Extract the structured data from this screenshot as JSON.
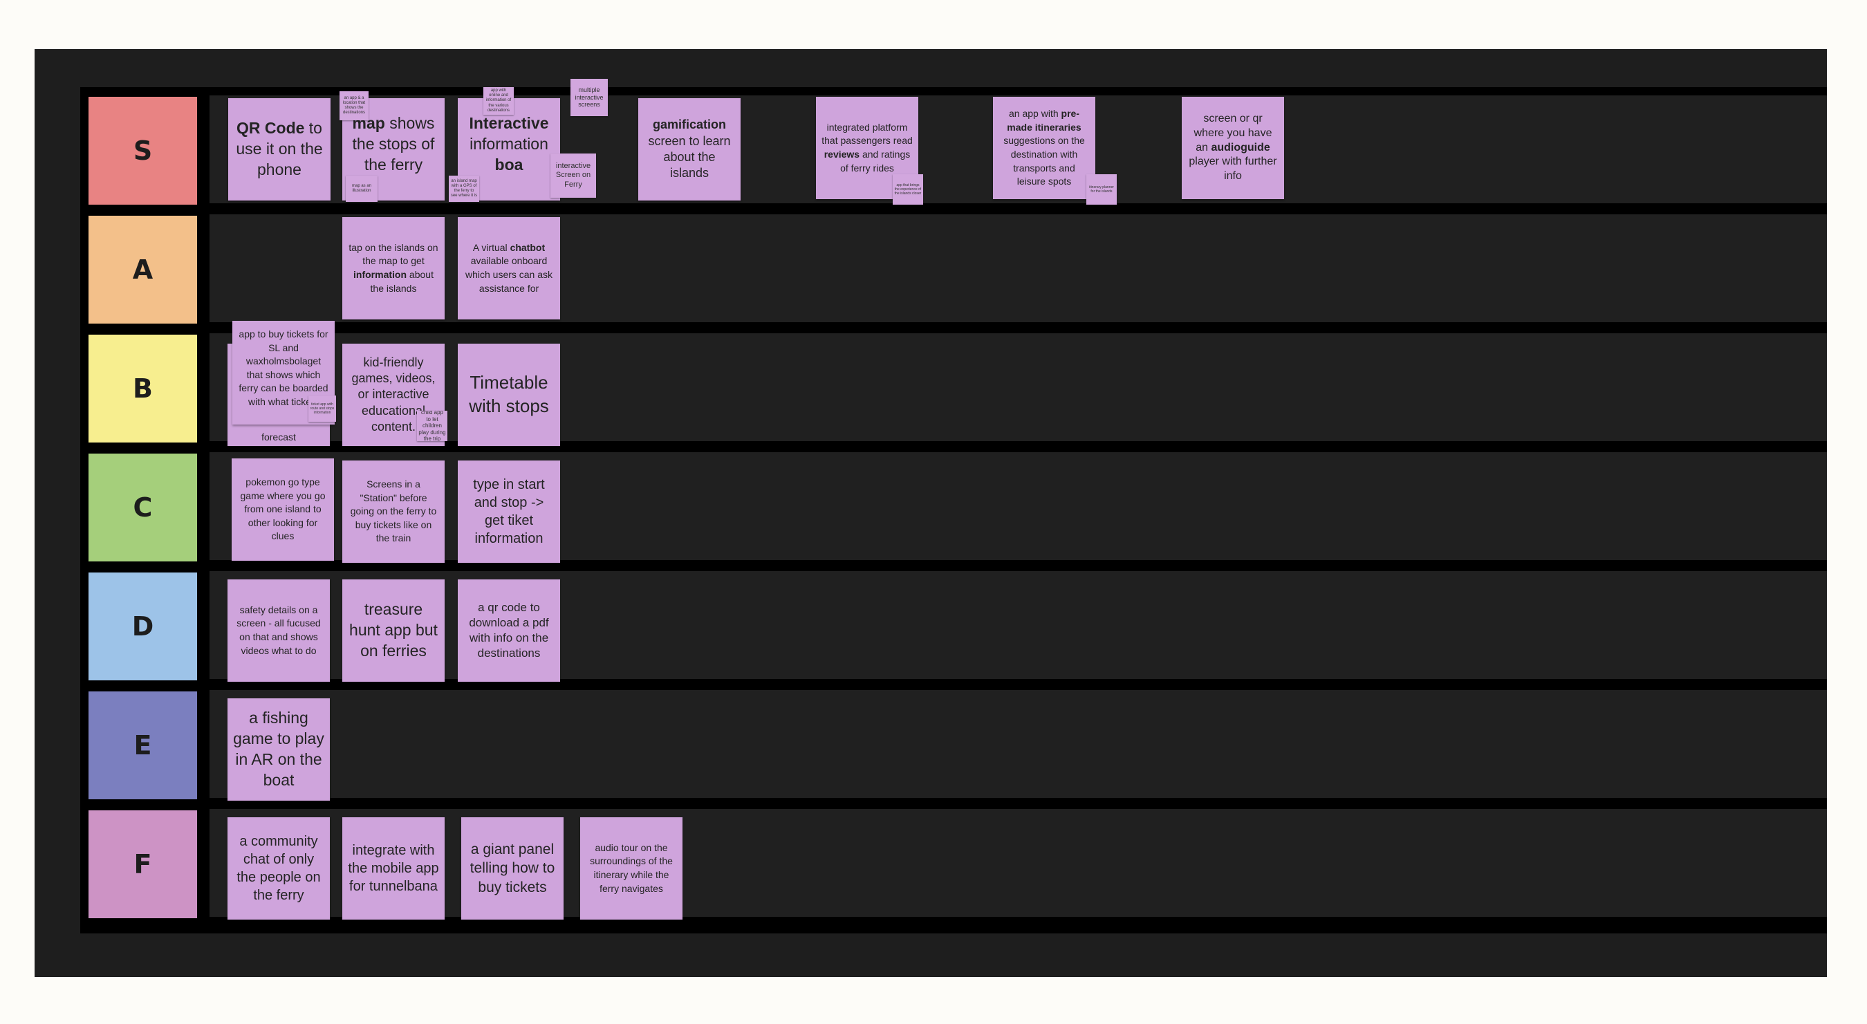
{
  "tiers": [
    {
      "label": "S",
      "color": "#e88383"
    },
    {
      "label": "A",
      "color": "#f3c08a"
    },
    {
      "label": "B",
      "color": "#f7ee8f"
    },
    {
      "label": "C",
      "color": "#a5cf7b"
    },
    {
      "label": "D",
      "color": "#9dc3e8"
    },
    {
      "label": "E",
      "color": "#7b7fbf"
    },
    {
      "label": "F",
      "color": "#cd93c5"
    }
  ],
  "notes": {
    "s1_pre": "QR Code",
    "s1_post": " to use it on the phone",
    "s2_pre": "map",
    "s2_post": " shows the stops of the ferry",
    "s3_pre": "Interactive",
    "s3_mid": " information ",
    "s3_bold": "boa",
    "s3_mini": "interactive Screen on Ferry",
    "s4_pre": "gamification",
    "s4_post": " screen to learn about the islands",
    "s5_a": "integrated platform that passengers read ",
    "s5_b": "reviews",
    "s5_c": " and ratings of ferry rides",
    "s6_a": "an app with ",
    "s6_b": "pre-made itineraries",
    "s6_c": " suggestions on the destination with transports and leisure spots",
    "s7_a": "screen or qr where you have an ",
    "s7_b": "audioguide",
    "s7_c": " player with further info",
    "a1_a": "tap on the islands on the map to get ",
    "a1_b": "information",
    "a1_c": " about the islands",
    "a2_a": "A virtual ",
    "a2_b": "chatbot",
    "a2_c": " available onboard which users can ask assistance for",
    "b1": "app  to buy tickets for SL and waxholmsbolaget that shows which ferry can be boarded with what tickets",
    "b1_under": "forecast",
    "b2": "kid-friendly games, videos, or interactive educational content.",
    "b2_mini": "child app to let children play during the trip",
    "b3": "Timetable with stops",
    "c1": "pokemon go type game where you go from one island to other looking for clues",
    "c2": "Screens in a \"Station\" before going on the ferry to buy tickets like on the train",
    "c3": "type in start and stop -> get tiket information",
    "d1": "safety details on a screen - all fucused on that and shows videos what to do",
    "d2": "treasure hunt app but on ferries",
    "d3": "a qr code to download a pdf with info on the destinations",
    "e1": "a fishing game to play in AR on the boat",
    "f1": "a community chat of only the people on the ferry",
    "f2": "integrate with the mobile app for tunnelbana",
    "f3": "a giant panel telling how to buy tickets",
    "f4": "audio tour on the surroundings of the itinerary while the ferry navigates",
    "mini_multi": "multiple interactive screens",
    "mini_map_ill": "map as an illustration",
    "mini_island_map": "an island map with a GPS of the ferry to see where it is",
    "mini_qr_app": "an app & a location that shows the destinations",
    "mini_info_desk": "app with online and information of the various destinations",
    "mini_s5": "app that brings the experience of the islands closer",
    "mini_s6": "itinerary planner for the islands",
    "mini_b1": "ticket app with route and stops information"
  }
}
